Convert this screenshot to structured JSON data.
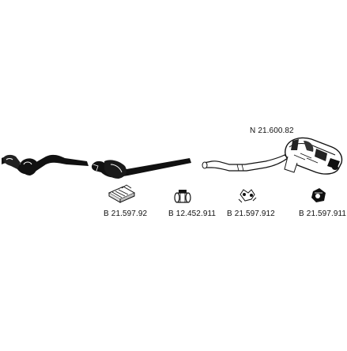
{
  "diagram": {
    "main_part": {
      "prefix": "N",
      "number": "21.600.82"
    },
    "accessories": [
      {
        "prefix": "B",
        "number": "21.597.92",
        "icon": "mounting-pad-icon"
      },
      {
        "prefix": "B",
        "number": "12.452.911",
        "icon": "pipe-clamp-icon"
      },
      {
        "prefix": "B",
        "number": "21.597.912",
        "icon": "rubber-hanger-icon"
      },
      {
        "prefix": "B",
        "number": "21.597.911",
        "icon": "bracket-hanger-icon"
      }
    ],
    "colors": {
      "ink": "#111111",
      "paper": "#ffffff",
      "shade": "#555555"
    }
  }
}
